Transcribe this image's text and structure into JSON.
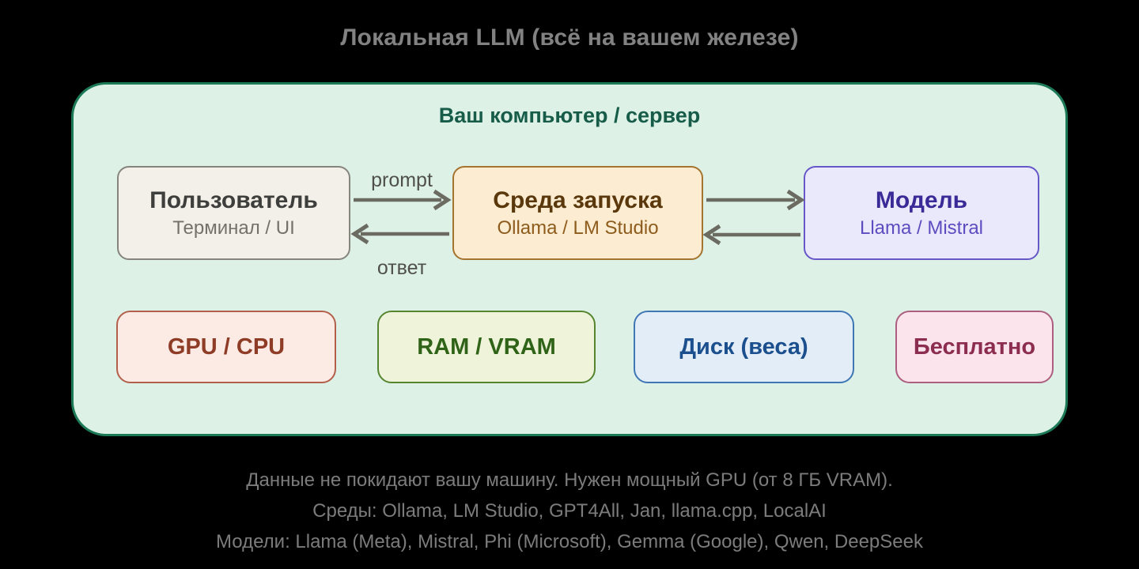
{
  "page": {
    "title": "Локальная LLM (всё на вашем железе)",
    "bg": "#000000",
    "title_color": "#828282"
  },
  "container": {
    "title": "Ваш компьютер / сервер",
    "bg": "#ddf1e7",
    "border": "#1c7a57",
    "title_color": "#165c48"
  },
  "flow": {
    "arrow_color": "#6b6b61",
    "label_color": "#50504a",
    "labels": {
      "forward": "prompt",
      "back": "ответ"
    },
    "nodes": [
      {
        "id": "user",
        "title": "Пользователь",
        "subtitle": "Терминал / UI",
        "bg": "#f2f0e9",
        "border": "#85857d",
        "title_color": "#3e3e3c",
        "subtitle_color": "#73716a"
      },
      {
        "id": "runtime",
        "title": "Среда запуска",
        "subtitle": "Ollama / LM Studio",
        "bg": "#fcecd2",
        "border": "#a5742e",
        "title_color": "#5a380c",
        "subtitle_color": "#8d5c1c"
      },
      {
        "id": "model",
        "title": "Модель",
        "subtitle": "Llama / Mistral",
        "bg": "#eae8fb",
        "border": "#6758ca",
        "title_color": "#382a97",
        "subtitle_color": "#5d4cc0"
      }
    ]
  },
  "features": [
    {
      "id": "gpu",
      "label": "GPU / CPU",
      "bg": "#fcebe4",
      "border": "#b2604b",
      "color": "#8e3c26"
    },
    {
      "id": "ram",
      "label": "RAM / VRAM",
      "bg": "#eff3da",
      "border": "#56852f",
      "color": "#2f6317"
    },
    {
      "id": "disk",
      "label": "Диск (веса)",
      "bg": "#e3edf8",
      "border": "#3f77b5",
      "color": "#1b4f8e"
    },
    {
      "id": "free",
      "label": "Бесплатно",
      "bg": "#fbe4eb",
      "border": "#ad5f7f",
      "color": "#8c2d50"
    }
  ],
  "footer": {
    "color": "#7c7c7c",
    "lines": [
      "Данные не покидают вашу машину. Нужен мощный GPU (от 8 ГБ VRAM).",
      "Среды: Ollama, LM Studio, GPT4All, Jan, llama.cpp, LocalAI",
      "Модели: Llama (Meta), Mistral, Phi (Microsoft), Gemma (Google), Qwen, DeepSeek"
    ]
  }
}
